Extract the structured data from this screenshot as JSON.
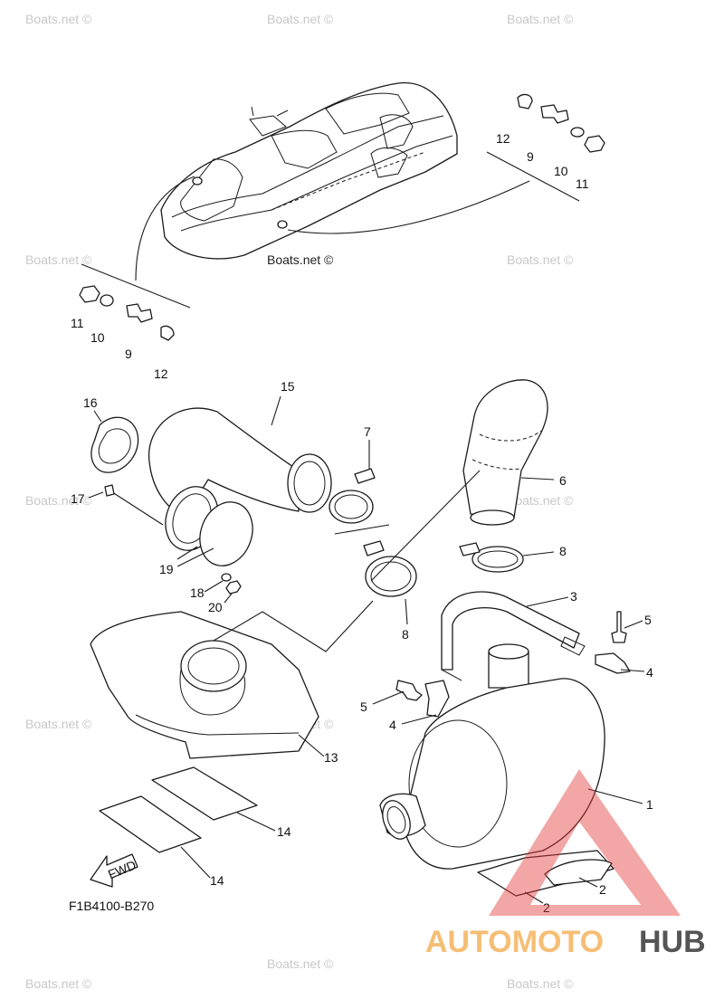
{
  "watermark": "Boats.net ©",
  "diagram_code": "F1B4100-B270",
  "fwd_label": "FWD",
  "logo": {
    "part1": "AUTOMOTO",
    "part2": "HUB",
    "color1": "#f2a33a",
    "color2": "#555555",
    "emblem_color": "#e23a3a"
  },
  "callouts": {
    "n1": "1",
    "n2a": "2",
    "n2b": "2",
    "n3": "3",
    "n4a": "4",
    "n4b": "4",
    "n5a": "5",
    "n5b": "5",
    "n6": "6",
    "n7": "7",
    "n8a": "8",
    "n8b": "8",
    "n9a": "9",
    "n9b": "9",
    "n10a": "10",
    "n10b": "10",
    "n11a": "11",
    "n11b": "11",
    "n12a": "12",
    "n12b": "12",
    "n13": "13",
    "n14a": "14",
    "n14b": "14",
    "n15": "15",
    "n16": "16",
    "n17": "17",
    "n18": "18",
    "n19": "19",
    "n20": "20"
  }
}
